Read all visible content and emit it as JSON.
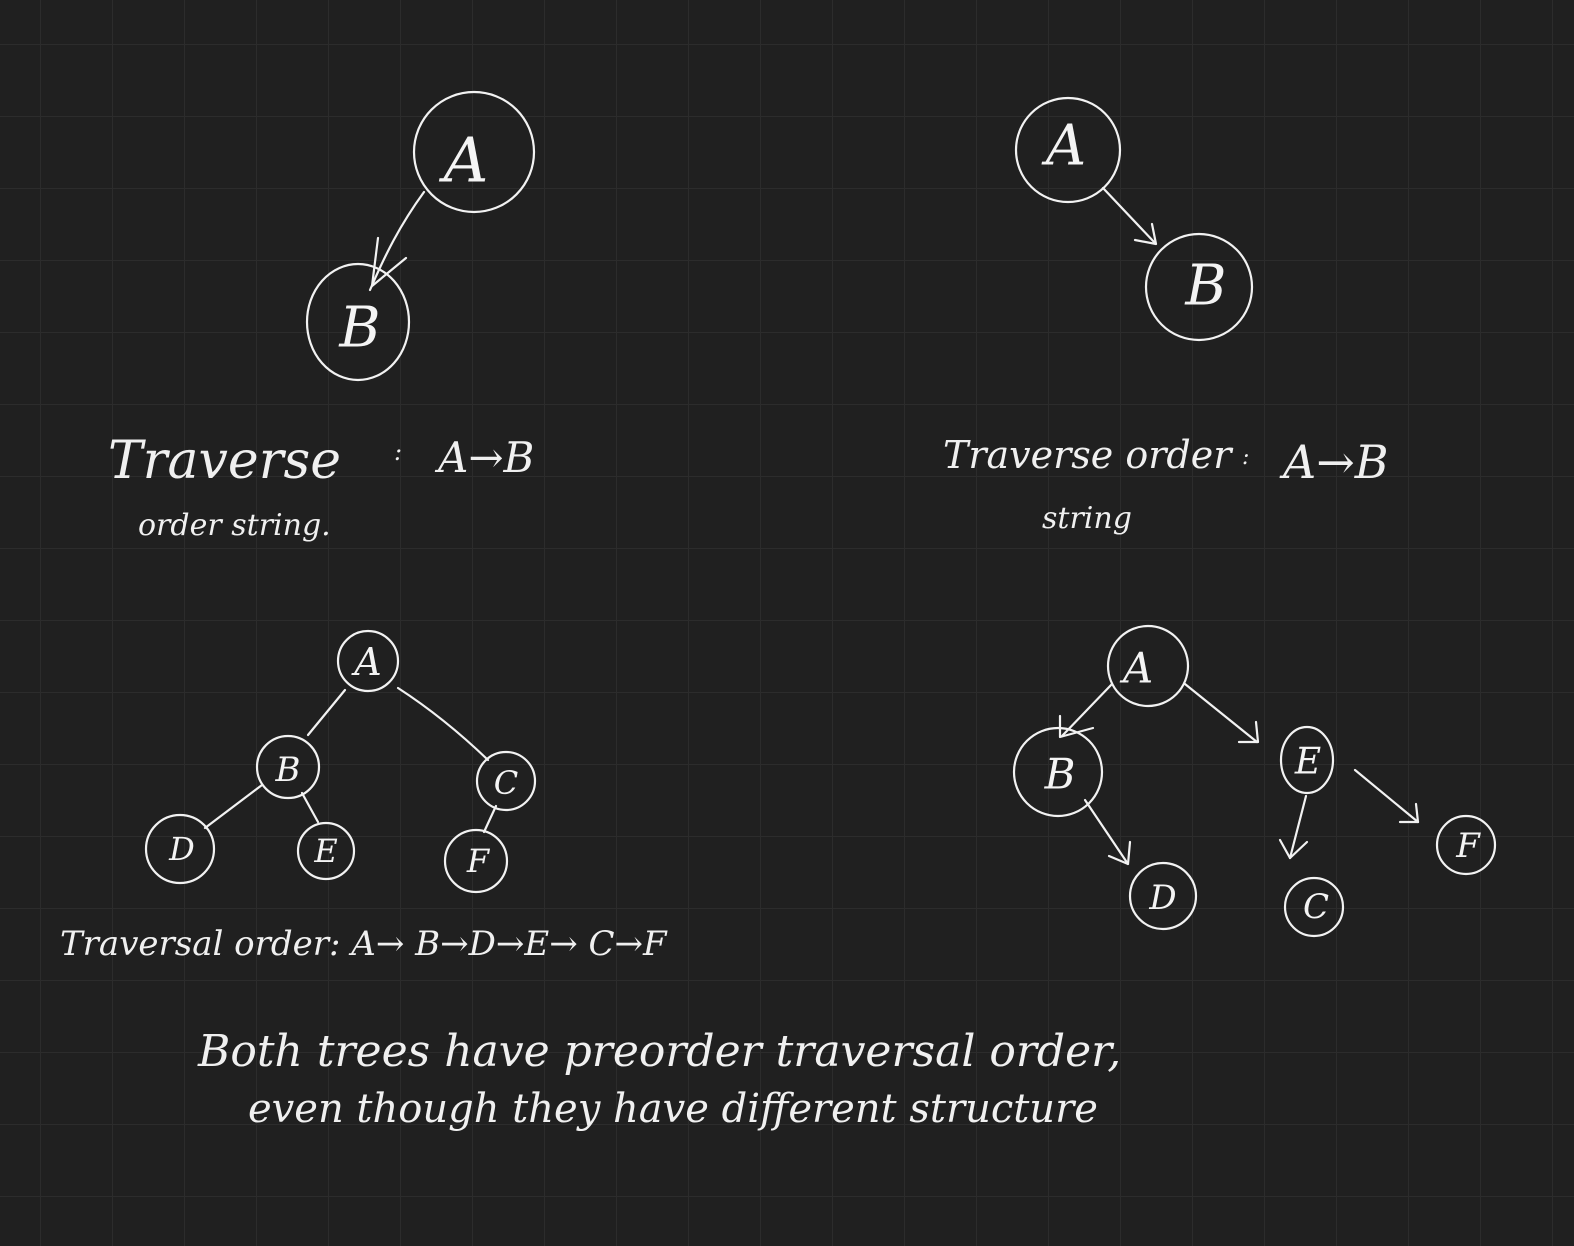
{
  "canvas": {
    "background": "#202020",
    "grid_color": "#2c2c2c",
    "ink_color": "#f2f2f2"
  },
  "trees": [
    {
      "nodes": {
        "root": "A",
        "child": "B"
      },
      "caption": {
        "line1": "Traverse",
        "sep": ":",
        "order": "A→B",
        "line2": "order string."
      }
    },
    {
      "nodes": {
        "root": "A",
        "child": "B"
      },
      "caption": {
        "line1": "Traverse order",
        "sep": ":",
        "order": "A→B",
        "line2": "string"
      }
    },
    {
      "nodes": {
        "a": "A",
        "b": "B",
        "c": "C",
        "d": "D",
        "e": "E",
        "f": "F"
      },
      "caption": "Traversal order: A→ B→D→E→ C→F"
    },
    {
      "nodes": {
        "a": "A",
        "b": "B",
        "d": "D",
        "e": "E",
        "c": "C",
        "f": "F"
      }
    }
  ],
  "conclusion": {
    "line1": "Both trees have preorder traversal order,",
    "line2": "even though they have different structure"
  }
}
